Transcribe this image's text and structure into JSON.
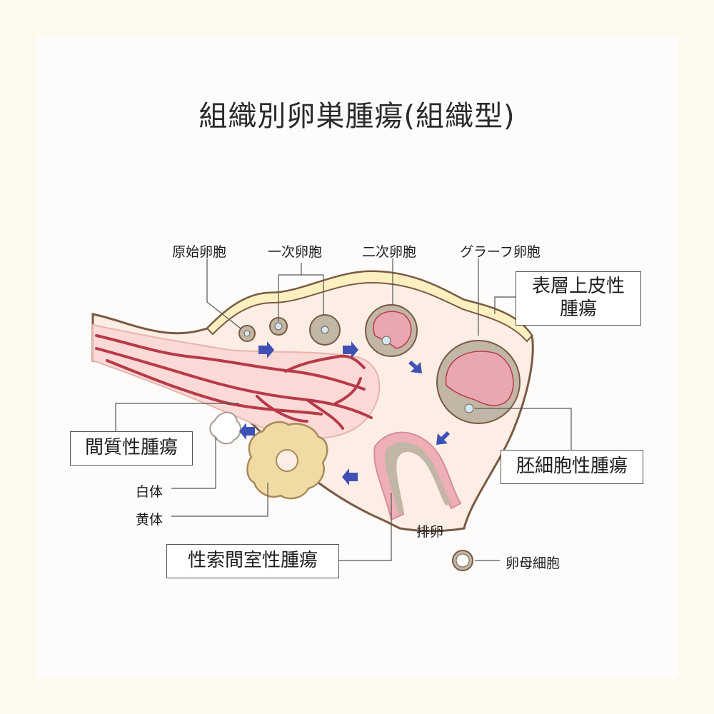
{
  "title": "組織別卵巣腫瘍(組織型)",
  "labels": {
    "primordial": "原始卵胞",
    "primary": "一次卵胞",
    "secondary": "二次卵胞",
    "graafian": "グラーフ卵胞",
    "albicans": "白体",
    "luteum": "黄体",
    "ovulation": "排卵",
    "oocyte": "卵母細胞"
  },
  "boxes": {
    "epithelial_line1": "表層上皮性",
    "epithelial_line2": "腫瘍",
    "stromal": "間質性腫瘍",
    "germ_cell": "胚細胞性腫瘍",
    "sex_cord": "性索間室性腫瘍"
  },
  "colors": {
    "background": "#fdf9ec",
    "ovary_fill": "#fceee4",
    "epithelium": "#fcf0c0",
    "vessels": "#b73a48",
    "follicle_wall": "#c2b6a6",
    "antrum": "#e9a7b1",
    "corpus_luteum": "#f0dba4",
    "arrows": "#3f51b5",
    "outline": "#7a5a44"
  }
}
